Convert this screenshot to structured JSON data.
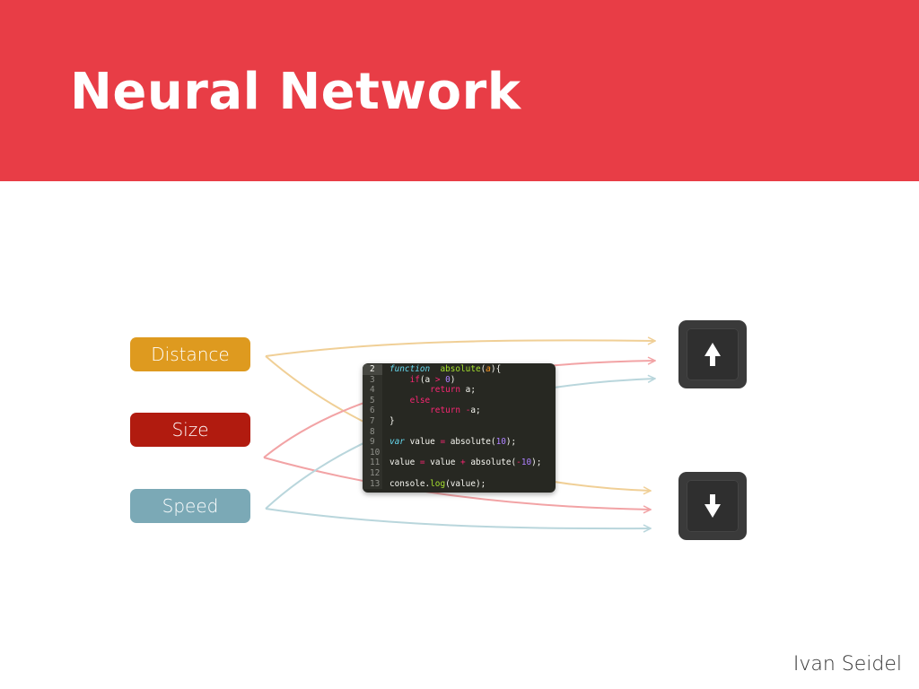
{
  "slide": {
    "title": "Neural Network",
    "author": "Ivan Seidel",
    "header_color": "#e83d46"
  },
  "inputs": [
    {
      "label": "Distance",
      "color": "#de9a1f"
    },
    {
      "label": "Size",
      "color": "#b11b0f"
    },
    {
      "label": "Speed",
      "color": "#7ba9b6"
    }
  ],
  "outputs": [
    {
      "icon": "arrow-up-icon"
    },
    {
      "icon": "arrow-down-icon"
    }
  ],
  "code": {
    "lines": [
      {
        "n": "2",
        "active": true,
        "tokens": [
          [
            "kw",
            "function"
          ],
          [
            "",
            "  "
          ],
          [
            "fn",
            "absolute"
          ],
          [
            "",
            "("
          ],
          [
            "arg",
            "a"
          ],
          [
            "",
            "){"
          ]
        ]
      },
      {
        "n": "3",
        "tokens": [
          [
            "",
            "    "
          ],
          [
            "ctl",
            "if"
          ],
          [
            "",
            "(a "
          ],
          [
            "ctl",
            ">"
          ],
          [
            "",
            ""
          ],
          [
            "num",
            " 0"
          ],
          [
            "",
            ")"
          ]
        ]
      },
      {
        "n": "4",
        "tokens": [
          [
            "",
            "        "
          ],
          [
            "ctl",
            "return"
          ],
          [
            "",
            " a;"
          ]
        ]
      },
      {
        "n": "5",
        "tokens": [
          [
            "",
            "    "
          ],
          [
            "ctl",
            "else"
          ]
        ]
      },
      {
        "n": "6",
        "tokens": [
          [
            "",
            "        "
          ],
          [
            "ctl",
            "return"
          ],
          [
            "",
            " "
          ],
          [
            "ctl",
            "-"
          ],
          [
            "",
            "a;"
          ]
        ]
      },
      {
        "n": "7",
        "tokens": [
          [
            "",
            "}"
          ]
        ]
      },
      {
        "n": "8",
        "tokens": []
      },
      {
        "n": "9",
        "tokens": [
          [
            "kw",
            "var"
          ],
          [
            "",
            " value "
          ],
          [
            "ctl",
            "="
          ],
          [
            "",
            " absolute("
          ],
          [
            "num",
            "10"
          ],
          [
            "",
            ");"
          ]
        ]
      },
      {
        "n": "10",
        "tokens": []
      },
      {
        "n": "11",
        "tokens": [
          [
            "",
            "value "
          ],
          [
            "ctl",
            "="
          ],
          [
            "",
            " value "
          ],
          [
            "ctl",
            "+"
          ],
          [
            "",
            " absolute("
          ],
          [
            "ctl",
            "-"
          ],
          [
            "num",
            "10"
          ],
          [
            "",
            ");"
          ]
        ]
      },
      {
        "n": "12",
        "tokens": []
      },
      {
        "n": "13",
        "tokens": [
          [
            "",
            "console."
          ],
          [
            "fn",
            "log"
          ],
          [
            "",
            "(value);"
          ]
        ]
      }
    ]
  },
  "connection_colors": {
    "distance": "#f0cf96",
    "size": "#f2a3a5",
    "speed": "#b9d6dc"
  }
}
